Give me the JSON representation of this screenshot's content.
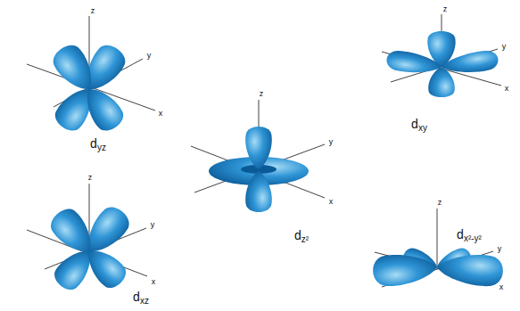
{
  "diagram": {
    "labels": [
      "z",
      "y",
      "x",
      "dyz",
      "z",
      "y",
      "x",
      "dxy",
      "z",
      "y",
      "x",
      "dz²",
      "z",
      "y",
      "x",
      "dxz",
      "z",
      "y",
      "x",
      "dx²-y²"
    ]
  }
}
